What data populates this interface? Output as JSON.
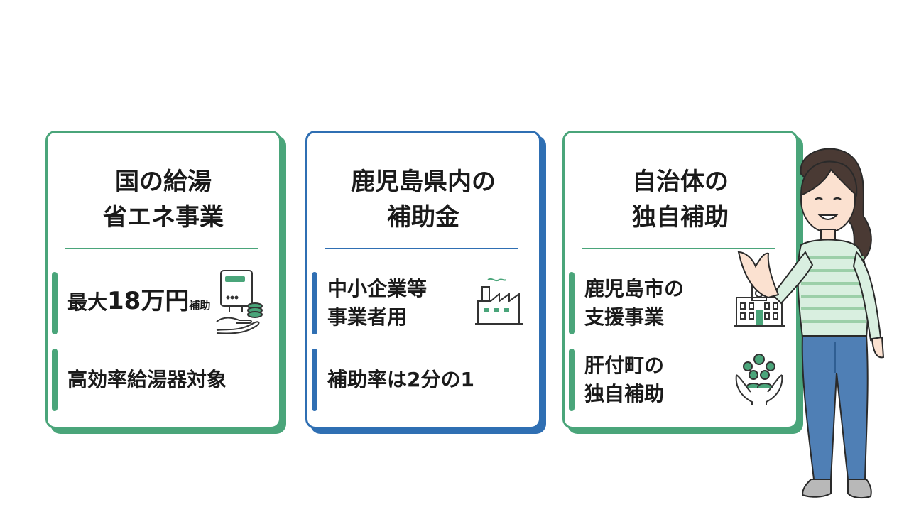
{
  "cards": [
    {
      "title_lines": [
        "国の給湯",
        "省エネ事業"
      ],
      "items": [
        {
          "prefix": "最大",
          "amount": "18万円",
          "suffix": "補助",
          "icon": "water-heater-money-icon"
        },
        {
          "text": "高効率給湯器対象"
        }
      ],
      "accent": "#4aa57a"
    },
    {
      "title_lines": [
        "鹿児島県内の",
        "補助金"
      ],
      "items": [
        {
          "lines": [
            "中小企業等",
            "事業者用"
          ],
          "icon": "factory-icon"
        },
        {
          "text": "補助率は2分の1"
        }
      ],
      "accent": "#2f6fb3"
    },
    {
      "title_lines": [
        "自治体の",
        "独自補助"
      ],
      "items": [
        {
          "lines": [
            "鹿児島市の",
            "支援事業"
          ],
          "icon": "city-hall-icon"
        },
        {
          "lines": [
            "肝付町の",
            "独自補助"
          ],
          "icon": "community-hands-icon"
        }
      ],
      "accent": "#4aa57a"
    }
  ]
}
